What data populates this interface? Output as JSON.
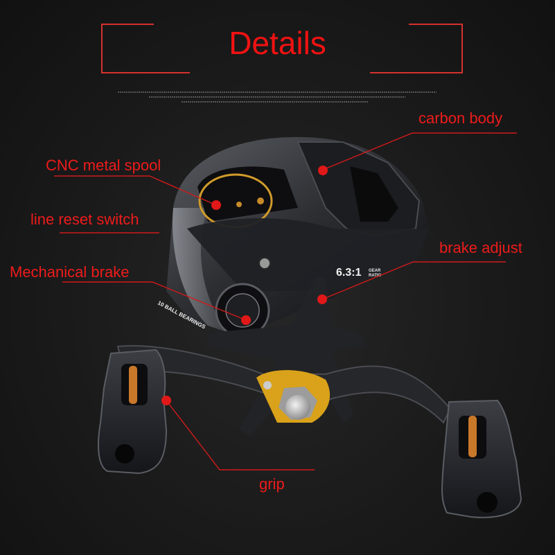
{
  "header": {
    "title": "Details"
  },
  "product": {
    "gear_ratio_value": "6.3:1",
    "gear_ratio_label": "GEAR RATIO",
    "bearings_value": "10",
    "bearings_label": "BALL BEARINGS"
  },
  "callouts": [
    {
      "id": "carbon-body",
      "label": "carbon body"
    },
    {
      "id": "cnc-metal-spool",
      "label": "CNC metal spool"
    },
    {
      "id": "line-reset-switch",
      "label": "line reset switch"
    },
    {
      "id": "brake-adjust",
      "label": "brake adjust"
    },
    {
      "id": "mechanical-brake",
      "label": "Mechanical brake"
    },
    {
      "id": "grip",
      "label": "grip"
    }
  ],
  "colors": {
    "accent_red": "#ee1b1b",
    "bracket_red": "#d7312f",
    "background": "#1a1a1a",
    "gold_accent": "#d9a21a"
  }
}
